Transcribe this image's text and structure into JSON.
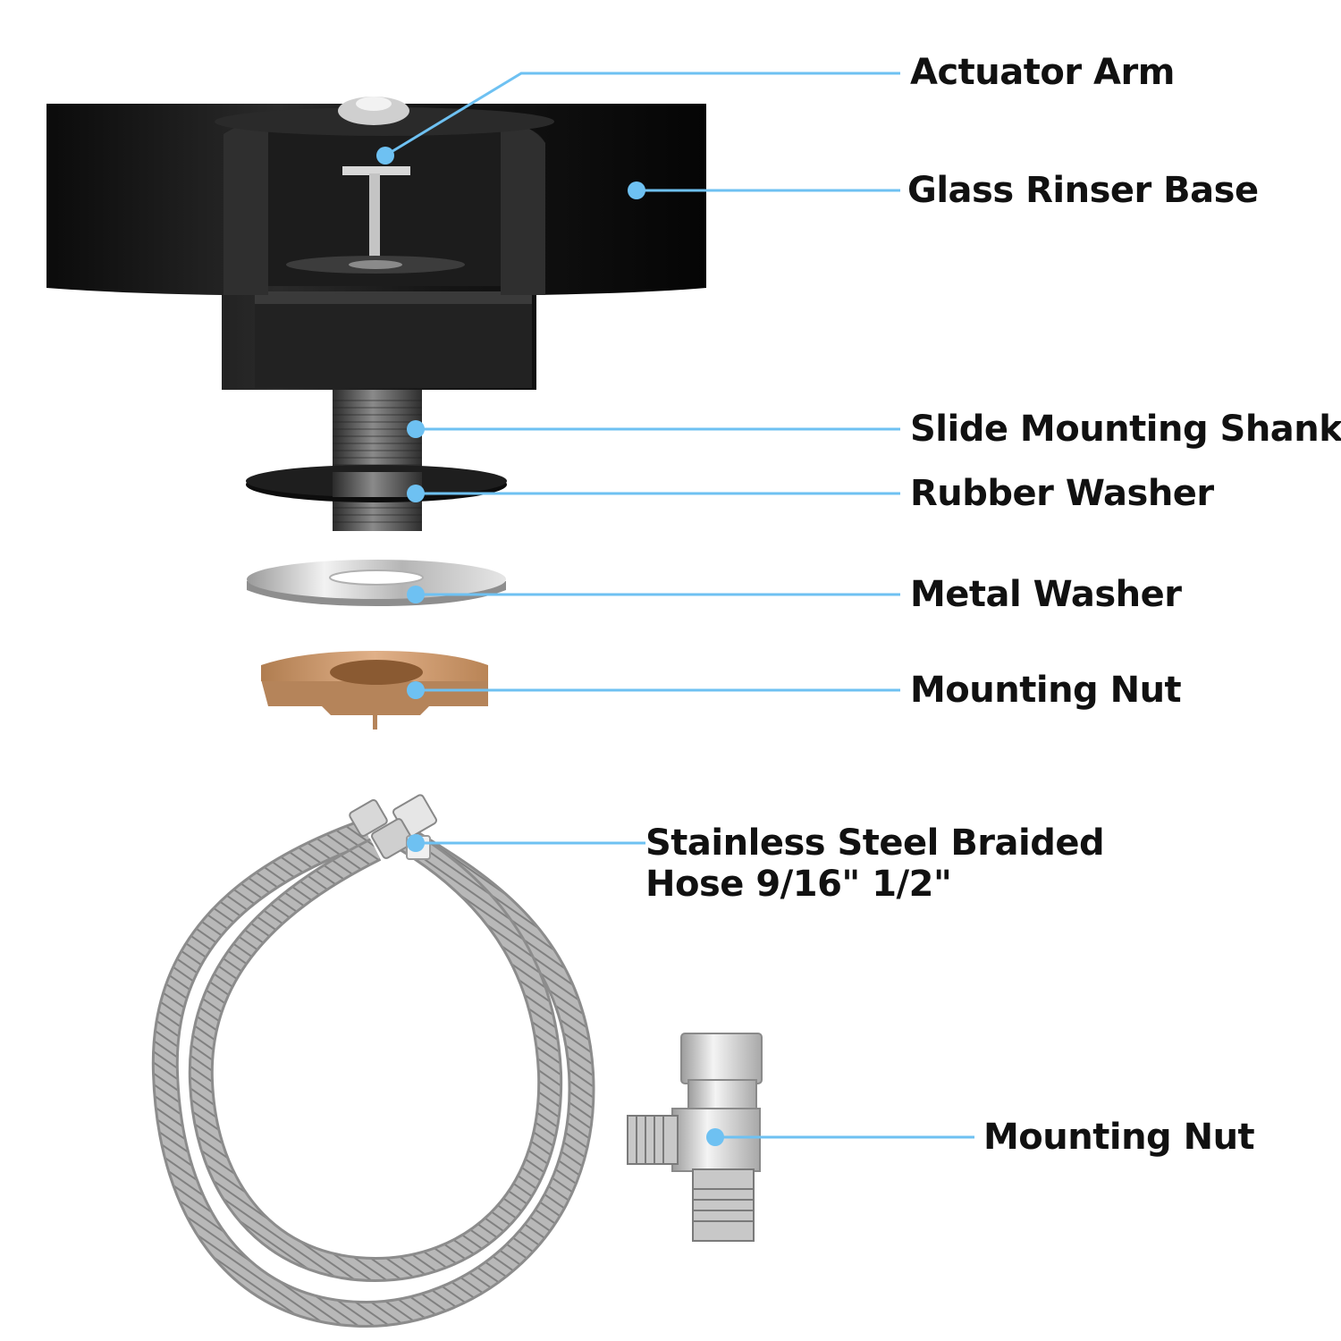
{
  "diagram": {
    "callout_color": "#6ec1f2",
    "labels": {
      "actuator_arm": "Actuator Arm",
      "glass_rinser_base": "Glass Rinser Base",
      "slide_mounting_shank": "Slide Mounting Shank",
      "rubber_washer": "Rubber Washer",
      "metal_washer": "Metal Washer",
      "mounting_nut": "Mounting Nut",
      "hose_line1": "Stainless Steel Braided",
      "hose_line2": "Hose 9/16\" 1/2\"",
      "tee_mounting_nut": "Mounting Nut"
    },
    "parts": [
      {
        "name": "rinser-base",
        "color": "#111111"
      },
      {
        "name": "mounting-shank",
        "color": "#4a4a4a"
      },
      {
        "name": "rubber-washer",
        "color": "#1a1a1a"
      },
      {
        "name": "metal-washer",
        "color": "#c8c8c8"
      },
      {
        "name": "mounting-nut",
        "color": "#c9915f"
      },
      {
        "name": "braided-hose",
        "color": "#a9a9a9"
      },
      {
        "name": "tee-valve",
        "color": "#cfcfcf"
      }
    ]
  }
}
